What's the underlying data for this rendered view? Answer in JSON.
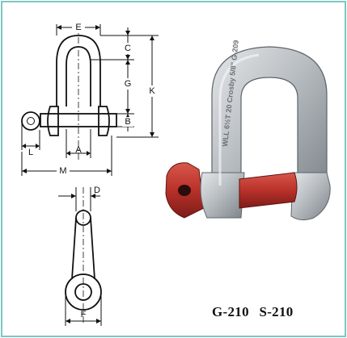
{
  "diagram": {
    "dimension_labels": {
      "e": "E",
      "c": "C",
      "g": "G",
      "k": "K",
      "b": "B",
      "l": "L",
      "a": "A",
      "m": "M",
      "d": "D",
      "f": "F"
    },
    "photo": {
      "embossed_text": "WLL 6½T  20 Crosby  5/8\"  G-209"
    },
    "model_numbers": [
      "G-210",
      "S-210"
    ]
  },
  "colors": {
    "frame_border": "#7fc6c3",
    "pin_red": "#b8312a",
    "steel_gray": "#b9bec2"
  }
}
